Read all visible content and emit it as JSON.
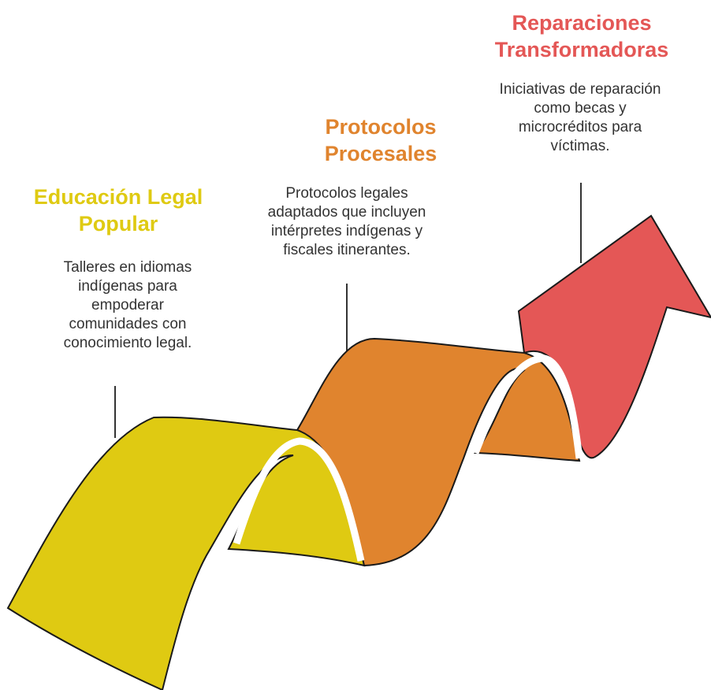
{
  "colors": {
    "stage1": "#dfca12",
    "stage2": "#e0842e",
    "stage3": "#e45756",
    "outline": "#1a1a1a",
    "text": "#333333"
  },
  "stages": [
    {
      "title": "Educación Legal\nPopular",
      "description": "Talleres en idiomas\nindígenas para\nempoderar\ncomunidades con\nconocimiento legal.",
      "color": "#dfca12"
    },
    {
      "title": "Protocolos\nProcesales",
      "description": "Protocolos legales\nadaptados que incluyen\nintérpretes indígenas y\nfiscales itinerantes.",
      "color": "#e0842e"
    },
    {
      "title": "Reparaciones\nTransformadoras",
      "description": "Iniciativas de reparación\ncomo becas y\nmicrocréditos para\nvíctimas.",
      "color": "#e45756"
    }
  ]
}
